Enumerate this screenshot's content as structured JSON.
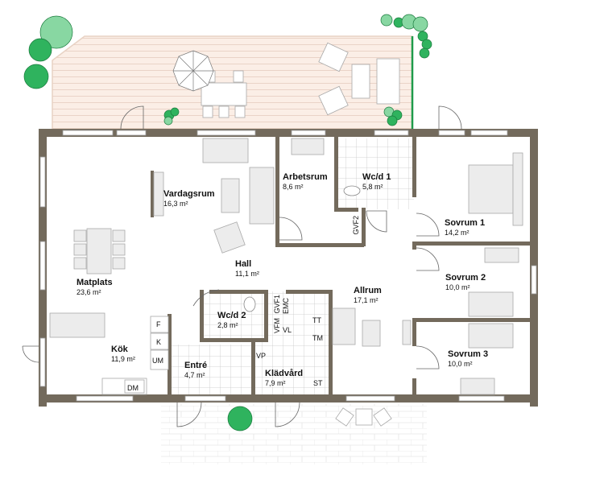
{
  "plan": {
    "colors": {
      "wall": "#736a5c",
      "deck": "#fbeee6",
      "deck_line": "#e2c9bb",
      "tile_line": "#c9c9c9",
      "furniture_fill": "#ececec",
      "furniture_stroke": "#a9a9a9",
      "tree_dark": "#2fb35e",
      "tree_light": "#88d7a2",
      "hedge": "#1f9b4a"
    },
    "rooms": [
      {
        "id": "vardagsrum",
        "name": "Vardagsrum",
        "area": "16,3 m²"
      },
      {
        "id": "arbetsrum",
        "name": "Arbetsrum",
        "area": "8,6 m²"
      },
      {
        "id": "wcd1",
        "name": "Wc/d 1",
        "area": "5,8 m²"
      },
      {
        "id": "sovrum1",
        "name": "Sovrum 1",
        "area": "14,2 m²"
      },
      {
        "id": "hall",
        "name": "Hall",
        "area": "11,1 m²"
      },
      {
        "id": "matplats",
        "name": "Matplats",
        "area": "23,6 m²"
      },
      {
        "id": "allrum",
        "name": "Allrum",
        "area": "17,1 m²"
      },
      {
        "id": "sovrum2",
        "name": "Sovrum 2",
        "area": "10,0 m²"
      },
      {
        "id": "wcd2",
        "name": "Wc/d 2",
        "area": "2,8 m²"
      },
      {
        "id": "kok",
        "name": "Kök",
        "area": "11,9 m²"
      },
      {
        "id": "sovrum3",
        "name": "Sovrum 3",
        "area": "10,0 m²"
      },
      {
        "id": "entre",
        "name": "Entré",
        "area": "4,7 m²"
      },
      {
        "id": "kladvard",
        "name": "Klädvård",
        "area": "7,9 m²"
      }
    ],
    "fixtures": {
      "gvf2": "GVF2",
      "gvf1": "GVF1",
      "emc": "EMC",
      "vfm": "VFM",
      "vl": "VL",
      "vp": "VP",
      "tt": "TT",
      "tm": "TM",
      "st": "ST",
      "f": "F",
      "k": "K",
      "um": "UM",
      "dm": "DM"
    }
  }
}
